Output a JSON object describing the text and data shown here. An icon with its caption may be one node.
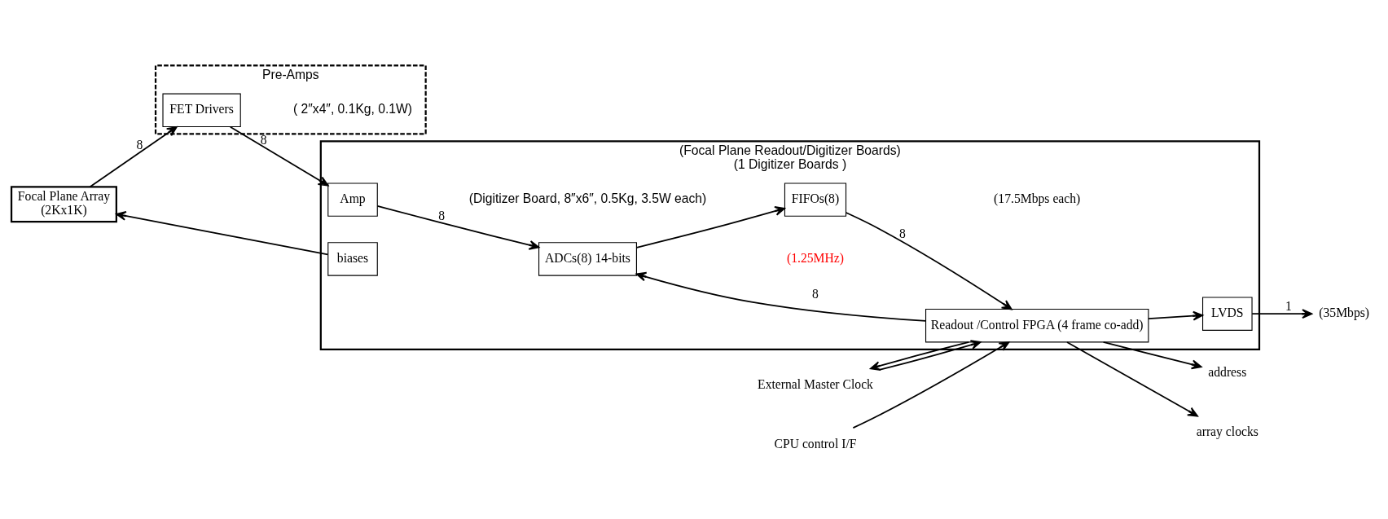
{
  "diagram": {
    "nodes": [
      {
        "text": [
          "Focal Plane Array",
          "(2Kx1K)"
        ]
      },
      {
        "text": [
          "Pre-Amps"
        ],
        "beside": [
          "( 2″x4″, 0.1Kg, 0.1W)"
        ]
      },
      {
        "text": [
          "FET Drivers"
        ],
        "in": 1
      },
      {
        "text": [
          "(Focal Plane Readout/Digitizer Boards)",
          "(1 Digitizer Boards )"
        ],
        "beside": [
          "(Digitizer Board, 8″x6″, 0.5Kg, 3.5W each)"
        ]
      },
      {
        "text": [
          "Amp"
        ],
        "in": 3
      },
      {
        "text": [
          "ADCs(8) 14-bits"
        ],
        "in": 3
      },
      {
        "text": [
          "FIFOs(8)"
        ],
        "in": 3
      },
      {
        "text": [
          "Readout /Control FPGA (4 frame co-add)"
        ],
        "in": 3
      },
      {
        "text": [
          "LVDS"
        ],
        "in": 3
      },
      {
        "text": [
          "biases"
        ],
        "in": 3
      },
      {
        "text": [
          "address"
        ]
      },
      {
        "text": [
          "array clocks"
        ]
      },
      {
        "text": [
          "(35Mbps)"
        ]
      },
      {
        "text": [
          "CPU control I/F"
        ]
      },
      {
        "text": [
          "External Master Clock"
        ]
      }
    ],
    "edges": [
      {
        "from": 0,
        "to": 2,
        "arrow": "to",
        "label": "8"
      },
      {
        "from": 2,
        "to": 4,
        "arrow": "to",
        "label": "8"
      },
      {
        "from": 4,
        "to": 5,
        "arrow": "to",
        "label": "8"
      },
      {
        "from": 5,
        "to": 6,
        "arrow": "to"
      },
      {
        "from": 6,
        "to": 7,
        "arrow": "to",
        "label": "8"
      },
      {
        "from": 7,
        "to": 5,
        "arrow": "to",
        "label": "8"
      },
      {
        "from": 7,
        "to": 8,
        "arrow": "to"
      },
      {
        "from": 8,
        "to": 12,
        "arrow": "to",
        "label": "1"
      },
      {
        "from": 7,
        "to": 10,
        "arrow": "to"
      },
      {
        "from": 7,
        "to": 11,
        "arrow": "to"
      },
      {
        "from": 9,
        "to": 0,
        "arrow": "to"
      },
      {
        "from": 13,
        "to": 7,
        "arrow": "to"
      },
      {
        "from": 7,
        "to": 14,
        "arrow": "to"
      },
      {
        "from": 14,
        "to": 7,
        "arrow": "to"
      }
    ],
    "labels": [
      "(17.5Mbps each)",
      "(1.25MHz)"
    ]
  }
}
